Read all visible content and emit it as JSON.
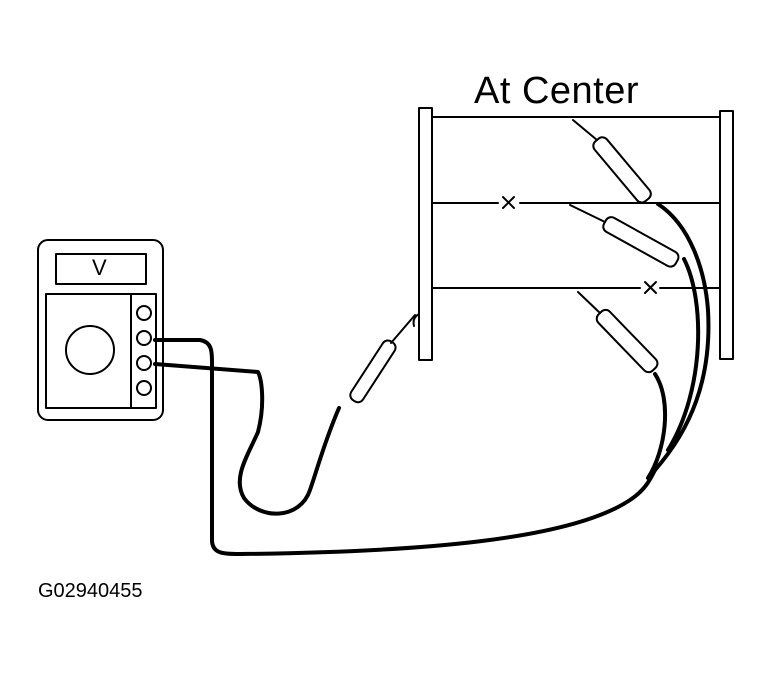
{
  "diagram": {
    "title": "At Center",
    "meter_display": "V",
    "figure_code": "G02940455"
  }
}
